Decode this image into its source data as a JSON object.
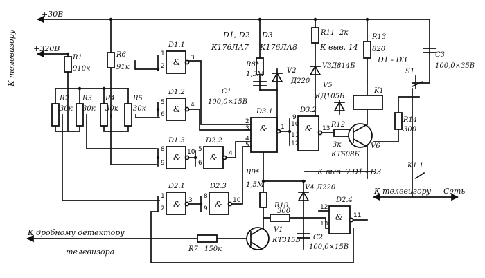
{
  "labels": {
    "to_tv_left": "К телевизору",
    "plus30": "+30В",
    "plus320": "+320В",
    "to_tv_bottom": "К телевизору",
    "network": "Сеть",
    "fractional_det": "К дробному детектору",
    "tv": "телевизора",
    "pin14": "К выв. 14",
    "pin14b": "D1 - D3",
    "pin7": "К выв. 7",
    "pin7b": "D1 - D3",
    "d1d2": "D1, D2",
    "d1d2_type": "К176ЛА7",
    "d3": "D3",
    "d3_type": "К176ЛА8"
  },
  "components": {
    "r1": "R1",
    "r1v": "910к",
    "r2": "R2",
    "r2v": "30к",
    "r3": "R3",
    "r3v": "30к",
    "r4": "R4",
    "r4v": "30к",
    "r5": "R5",
    "r5v": "30к",
    "r6": "R6",
    "r6v": "91к",
    "r7": "R7",
    "r7v": "150к",
    "r8": "R8*",
    "r8v": "1,5М",
    "r9": "R9*",
    "r9v": "1,5М",
    "r10": "R10",
    "r10v": "300",
    "r11": "R11",
    "r11v": "2к",
    "r12": "R12",
    "r12v": "3к",
    "r13": "R13",
    "r13v": "820",
    "r14": "R14",
    "r14v": "300",
    "c1": "C1",
    "c1v": "100,0×15В",
    "c2": "C2",
    "c2v": "100,0×15В",
    "c3": "C3",
    "c3v": "100,0×35В",
    "v1": "V1",
    "v1t": "КТ315Б",
    "v2": "V2",
    "v2t": "Д220",
    "v3": "V3",
    "v3t": "Д814Б",
    "v4": "V4",
    "v4t": "Д220",
    "v5": "V5",
    "v5t": "КД105Б",
    "v6": "V6",
    "v6t": "КТ608Б",
    "k1": "K1",
    "k11": "K1.1",
    "s1": "S1"
  },
  "gates": {
    "d11": "D1.1",
    "d12": "D1.2",
    "d13": "D1.3",
    "d21": "D2.1",
    "d22": "D2.2",
    "d23": "D2.3",
    "d24": "D2.4",
    "d31": "D3.1",
    "d32": "D3.2",
    "and": "&"
  },
  "pins": {
    "p1": "1",
    "p2": "2",
    "p3": "3",
    "p4": "4",
    "p5": "5",
    "p6": "6",
    "p8": "8",
    "p9": "9",
    "p10": "10",
    "p11": "11",
    "p12": "12",
    "p13": "13"
  }
}
